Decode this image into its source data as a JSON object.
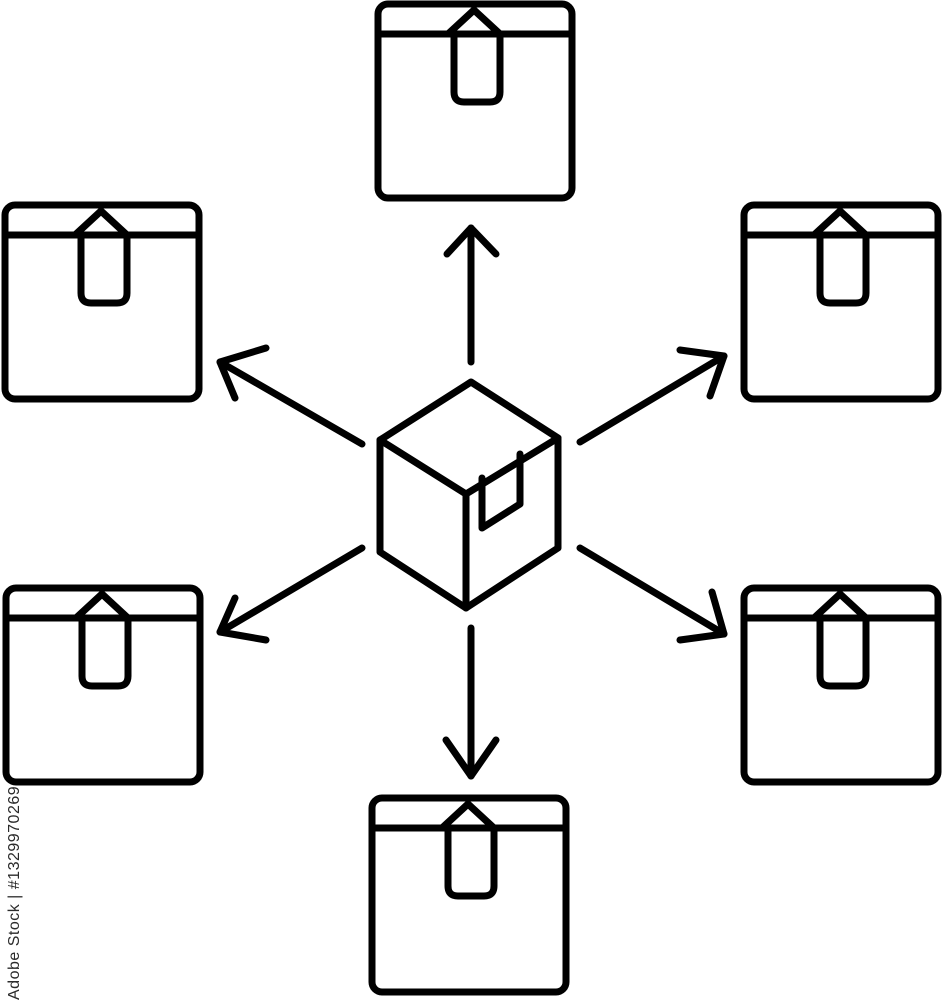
{
  "diagram": {
    "center_icon": "cube-box-icon",
    "satellite_icon": "cardboard-box-icon",
    "arrow_icon": "arrow-icon",
    "satellites": [
      {
        "id": "top"
      },
      {
        "id": "upper-left"
      },
      {
        "id": "upper-right"
      },
      {
        "id": "lower-left"
      },
      {
        "id": "lower-right"
      },
      {
        "id": "bottom"
      }
    ]
  },
  "colors": {
    "stroke": "#000000",
    "background": "#ffffff",
    "watermark": "#2a2a2a"
  },
  "watermark": {
    "text": "Adobe Stock | #1329970269"
  }
}
